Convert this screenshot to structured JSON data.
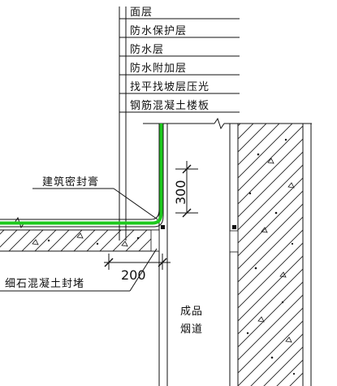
{
  "layer_stack": {
    "items": [
      "面层",
      "防水保护层",
      "防水层",
      "防水附加层",
      "找平找坡层压光",
      "钢筋混凝土楼板"
    ]
  },
  "callouts": {
    "sealant": "建筑密封膏",
    "concrete_seal": "细石混凝土封堵"
  },
  "dimensions": {
    "vertical_upturn": "300",
    "horizontal_fill": "200"
  },
  "flue": {
    "line1": "成品",
    "line2": "烟道"
  },
  "colors": {
    "membrane": "#1ec81e",
    "ink": "#111111"
  }
}
